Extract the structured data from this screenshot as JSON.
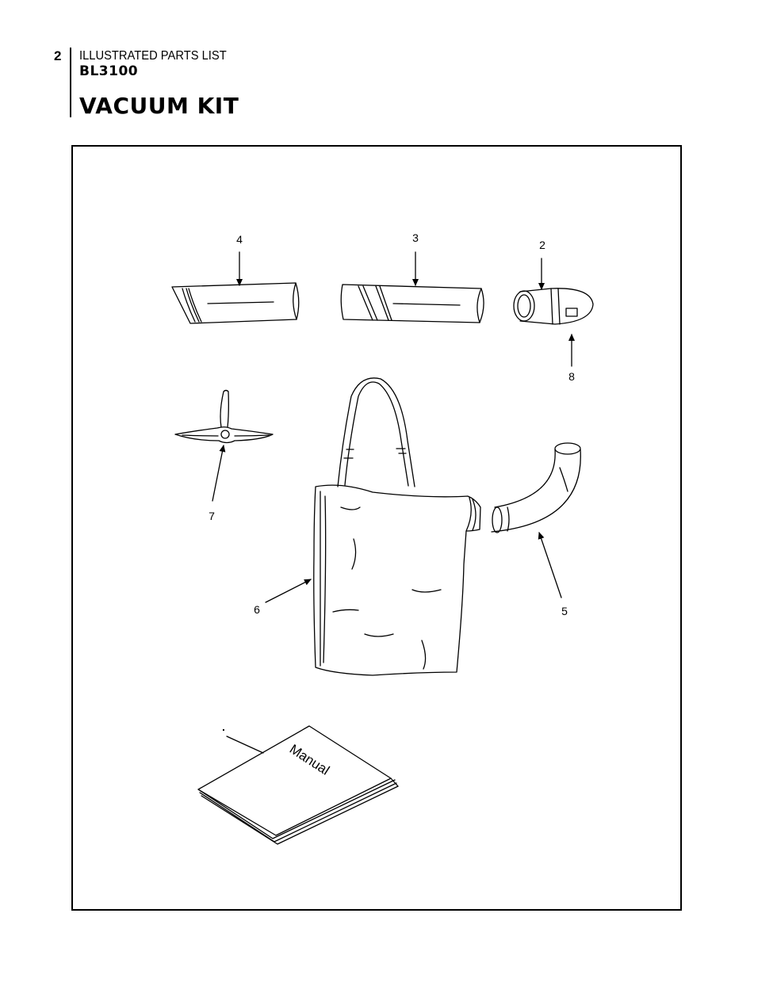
{
  "header": {
    "page_number": "2",
    "subtitle": "ILLUSTRATED PARTS LIST",
    "model": "BL3100",
    "title": "VACUUM KIT"
  },
  "callouts": {
    "part_4": "4",
    "part_3": "3",
    "part_2": "2",
    "part_8": "8",
    "part_7": "7",
    "part_6": "6",
    "part_5": "5",
    "part_manual": "."
  },
  "manual_label": "Manual"
}
